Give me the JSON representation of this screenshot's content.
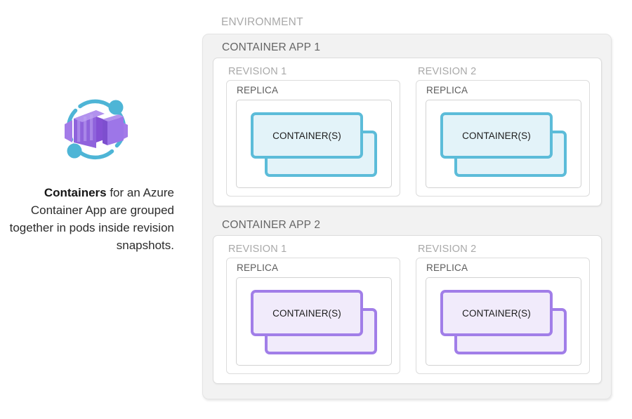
{
  "caption": {
    "bold_lead": "Containers",
    "rest": " for an Azure Container App are grouped together in pods inside revision snapshots."
  },
  "icon": {
    "name": "azure-container-apps-icon",
    "purple": "#8661D1",
    "purple_light": "#A37BE8",
    "purple_mid": "#9160E0",
    "teal": "#4EB5D6"
  },
  "colors": {
    "environment_fill": "#F2F2F2",
    "app_fill": "#FFFFFF",
    "teal_border": "#5CBCD9",
    "teal_fill": "#E3F3F9",
    "purple_border": "#A17EE8",
    "purple_fill": "#F1EBFB",
    "label_light": "#A9A9A9",
    "label_dark": "#656565",
    "replica_label": "#5B5B5B"
  },
  "diagram": {
    "environment_label": "ENVIRONMENT",
    "apps": [
      {
        "label": "CONTAINER APP 1",
        "theme": "teal",
        "revisions": [
          {
            "label": "REVISION 1",
            "replica_label": "REPLICA",
            "container_label": "CONTAINER(S)"
          },
          {
            "label": "REVISION 2",
            "replica_label": "REPLICA",
            "container_label": "CONTAINER(S)"
          }
        ]
      },
      {
        "label": "CONTAINER APP 2",
        "theme": "purple",
        "revisions": [
          {
            "label": "REVISION 1",
            "replica_label": "REPLICA",
            "container_label": "CONTAINER(S)"
          },
          {
            "label": "REVISION 2",
            "replica_label": "REPLICA",
            "container_label": "CONTAINER(S)"
          }
        ]
      }
    ]
  }
}
